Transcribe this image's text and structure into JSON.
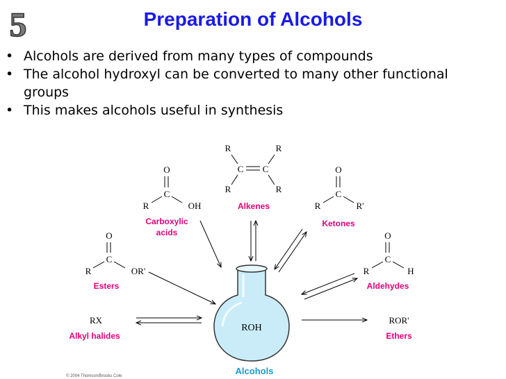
{
  "slide": {
    "number": "5",
    "title": "Preparation of Alcohols",
    "bullets": [
      "Alcohols are derived from many types of compounds",
      "The alcohol hydroxyl can be converted to many other functional groups",
      "This makes alcohols useful in synthesis"
    ]
  },
  "diagram": {
    "center_label": "Alcohols",
    "center_formula": "ROH",
    "nodes": {
      "carboxylic": {
        "label_line1": "Carboxylic",
        "label_line2": "acids",
        "atom_o": "O",
        "atom_c": "C",
        "atom_r": "R",
        "atom_oh": "OH"
      },
      "alkenes": {
        "label": "Alkenes",
        "atom_c1": "C",
        "atom_c2": "C",
        "r1": "R",
        "r2": "R",
        "r3": "R",
        "r4": "R"
      },
      "ketones": {
        "label": "Ketones",
        "atom_o": "O",
        "atom_c": "C",
        "atom_r": "R",
        "atom_r2": "R'"
      },
      "esters": {
        "label": "Esters",
        "atom_o": "O",
        "atom_c": "C",
        "atom_r": "R",
        "atom_or": "OR'"
      },
      "aldehydes": {
        "label": "Aldehydes",
        "atom_o": "O",
        "atom_c": "C",
        "atom_r": "R",
        "atom_h": "H"
      },
      "alkyl_halides": {
        "label": "Alkyl halides",
        "formula": "RX"
      },
      "ethers": {
        "label": "Ethers",
        "formula": "ROR'"
      }
    },
    "copyright": "© 2004 Thomson/Brooks Cole"
  },
  "colors": {
    "title": "#1a1ae6",
    "node_label": "#e2007a",
    "center_label": "#1a9ad6",
    "flask_fill": "#c9ecf8"
  }
}
